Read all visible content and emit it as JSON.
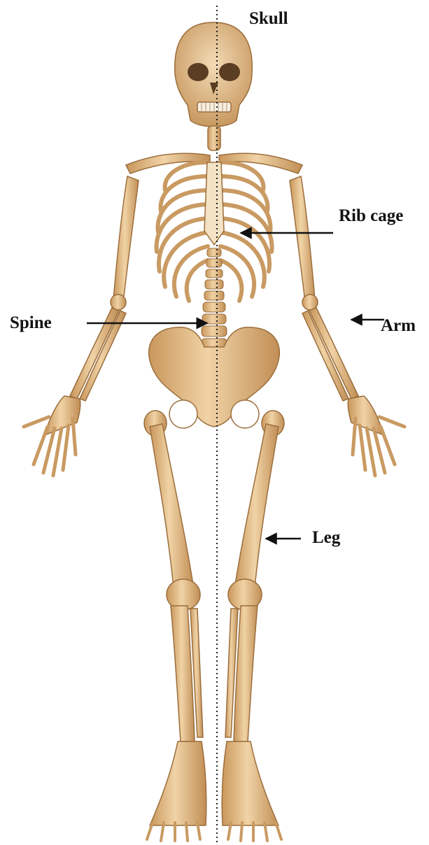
{
  "labels": {
    "skull": "Skull",
    "rib_cage": "Rib cage",
    "spine": "Spine",
    "arm": "Arm",
    "leg": "Leg"
  },
  "colors": {
    "bone": "#e6c08d",
    "bone_shadow": "#b98a52",
    "bone_outline": "#9b6e3c",
    "bone_highlight": "#f6e0bd",
    "arrow": "#111111",
    "midline": "#222222"
  }
}
